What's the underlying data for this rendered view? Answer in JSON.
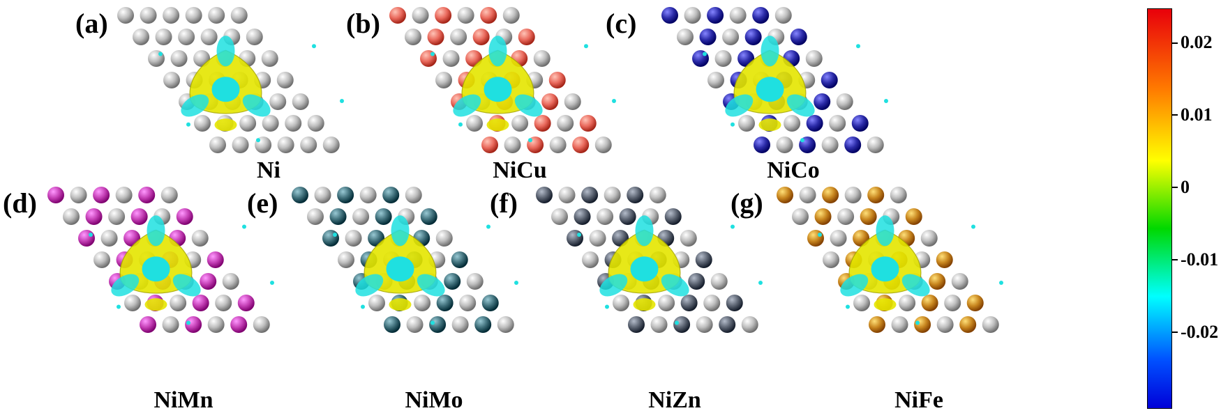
{
  "panels": [
    {
      "id": "a",
      "label": "(a)",
      "material": "Ni",
      "dopant_color": "#bdbdbd",
      "pattern": "none"
    },
    {
      "id": "b",
      "label": "(b)",
      "material": "NiCu",
      "dopant_color": "#e9695c",
      "pattern": "alt"
    },
    {
      "id": "c",
      "label": "(c)",
      "material": "NiCo",
      "dopant_color": "#2b2ba8",
      "pattern": "alt"
    },
    {
      "id": "d",
      "label": "(d)",
      "material": "NiMn",
      "dopant_color": "#c43fb5",
      "pattern": "alt"
    },
    {
      "id": "e",
      "label": "(e)",
      "material": "NiMo",
      "dopant_color": "#3f6f7a",
      "pattern": "alt"
    },
    {
      "id": "f",
      "label": "(f)",
      "material": "NiZn",
      "dopant_color": "#5a6270",
      "pattern": "alt"
    },
    {
      "id": "g",
      "label": "(g)",
      "material": "NiFe",
      "dopant_color": "#c8861f",
      "pattern": "alt"
    }
  ],
  "colors": {
    "ni_atom": "#bdbdbd",
    "charge_accumulation": "#e5e600",
    "charge_depletion": "#1fe0e0",
    "depletion_strong": "#0000e0"
  },
  "colorbar": {
    "ticks": [
      "0.02",
      "0.01",
      "0",
      "-0.01",
      "-0.02"
    ]
  }
}
